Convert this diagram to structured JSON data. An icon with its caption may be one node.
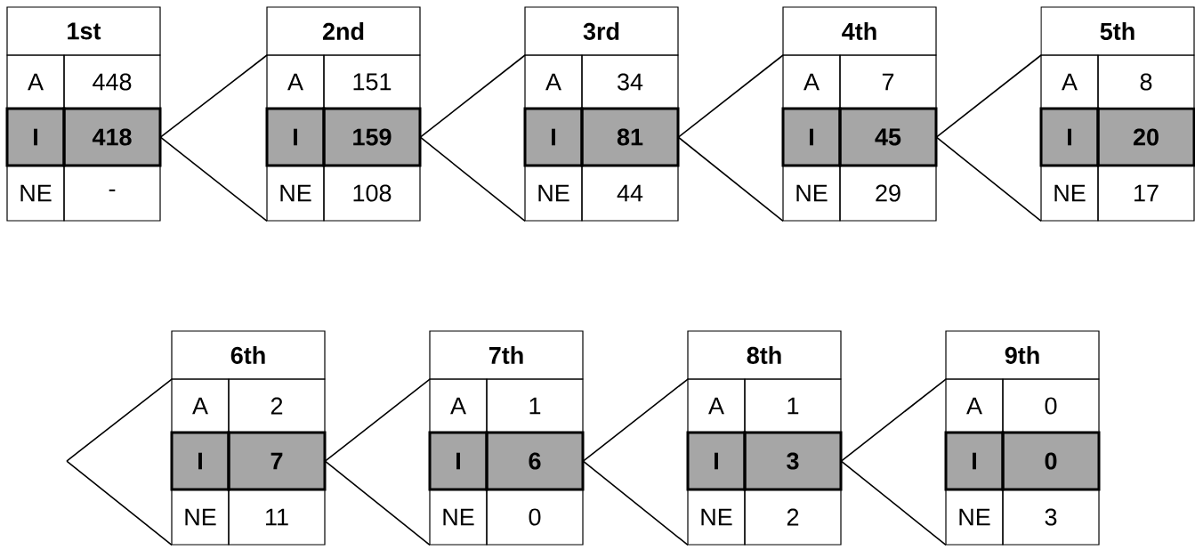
{
  "diagram": {
    "nodes": [
      {
        "text": [
          "1st",
          "A",
          "448",
          "I",
          "418",
          "NE",
          "-"
        ]
      },
      {
        "text": [
          "2nd",
          "A",
          "151",
          "I",
          "159",
          "NE",
          "108"
        ]
      },
      {
        "text": [
          "3rd",
          "A",
          "34",
          "I",
          "81",
          "NE",
          "44"
        ]
      },
      {
        "text": [
          "4th",
          "A",
          "7",
          "I",
          "45",
          "NE",
          "29"
        ]
      },
      {
        "text": [
          "5th",
          "A",
          "8",
          "I",
          "20",
          "NE",
          "17"
        ]
      },
      {
        "text": [
          "6th",
          "A",
          "2",
          "I",
          "7",
          "NE",
          "11"
        ]
      },
      {
        "text": [
          "7th",
          "A",
          "1",
          "I",
          "6",
          "NE",
          "0"
        ]
      },
      {
        "text": [
          "8th",
          "A",
          "1",
          "I",
          "3",
          "NE",
          "2"
        ]
      },
      {
        "text": [
          "9th",
          "A",
          "0",
          "I",
          "0",
          "NE",
          "3"
        ]
      }
    ],
    "edges": [
      {
        "from": 0,
        "to": 1,
        "arrow": "none"
      },
      {
        "from": 1,
        "to": 2,
        "arrow": "none"
      },
      {
        "from": 2,
        "to": 3,
        "arrow": "none"
      },
      {
        "from": 3,
        "to": 4,
        "arrow": "none"
      },
      {
        "from": null,
        "to": 5,
        "arrow": "none"
      },
      {
        "from": 5,
        "to": 6,
        "arrow": "none"
      },
      {
        "from": 6,
        "to": 7,
        "arrow": "none"
      },
      {
        "from": 7,
        "to": 8,
        "arrow": "none"
      }
    ]
  }
}
